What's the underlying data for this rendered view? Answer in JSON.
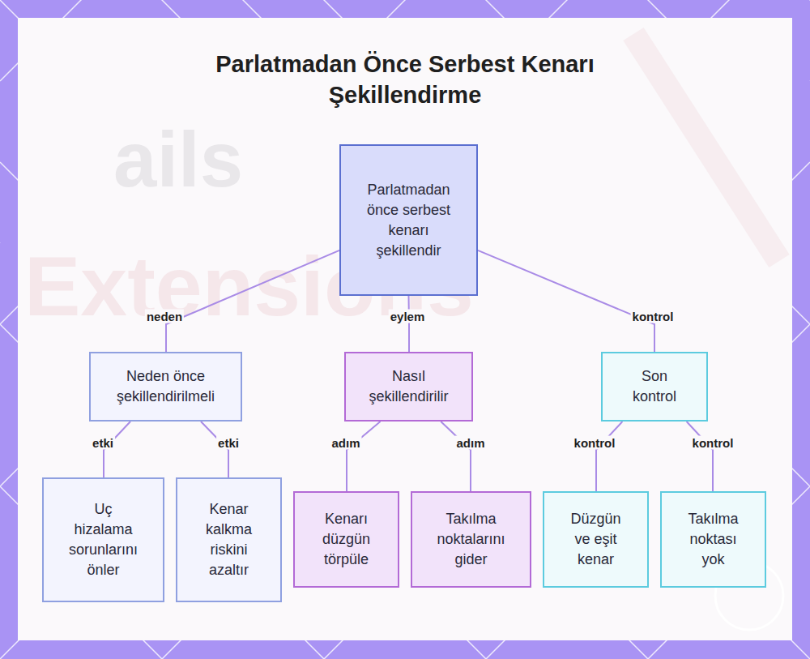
{
  "diagram": {
    "title": "Parlatmadan Önce Serbest Kenarı Şekillendirme",
    "nodes": [
      {
        "text": [
          "Parlatmadan önce serbest kenarı şekillendir"
        ]
      },
      {
        "text": [
          "Neden önce şekillendirilmeli"
        ]
      },
      {
        "text": [
          "Nasıl şekillendirilir"
        ]
      },
      {
        "text": [
          "Son kontrol"
        ]
      },
      {
        "text": [
          "Uç hizalama sorunlarını önler"
        ]
      },
      {
        "text": [
          "Kenar kalkma riskini azaltır"
        ]
      },
      {
        "text": [
          "Kenarı düzgün törpüle"
        ]
      },
      {
        "text": [
          "Takılma noktalarını gider"
        ]
      },
      {
        "text": [
          "Düzgün ve eşit kenar"
        ]
      },
      {
        "text": [
          "Takılma noktası yok"
        ]
      }
    ],
    "edges": [
      {
        "from": 0,
        "to": 1,
        "label": "neden",
        "arrow": "none"
      },
      {
        "from": 0,
        "to": 2,
        "label": "eylem",
        "arrow": "none"
      },
      {
        "from": 0,
        "to": 3,
        "label": "kontrol",
        "arrow": "none"
      },
      {
        "from": 1,
        "to": 4,
        "label": "etki",
        "arrow": "none"
      },
      {
        "from": 1,
        "to": 5,
        "label": "etki",
        "arrow": "none"
      },
      {
        "from": 2,
        "to": 6,
        "label": "adım",
        "arrow": "none"
      },
      {
        "from": 2,
        "to": 7,
        "label": "adım",
        "arrow": "none"
      },
      {
        "from": 3,
        "to": 8,
        "label": "kontrol",
        "arrow": "none"
      },
      {
        "from": 3,
        "to": 9,
        "label": "kontrol",
        "arrow": "none"
      }
    ],
    "labels": [
      "ails",
      "Extensions"
    ]
  }
}
